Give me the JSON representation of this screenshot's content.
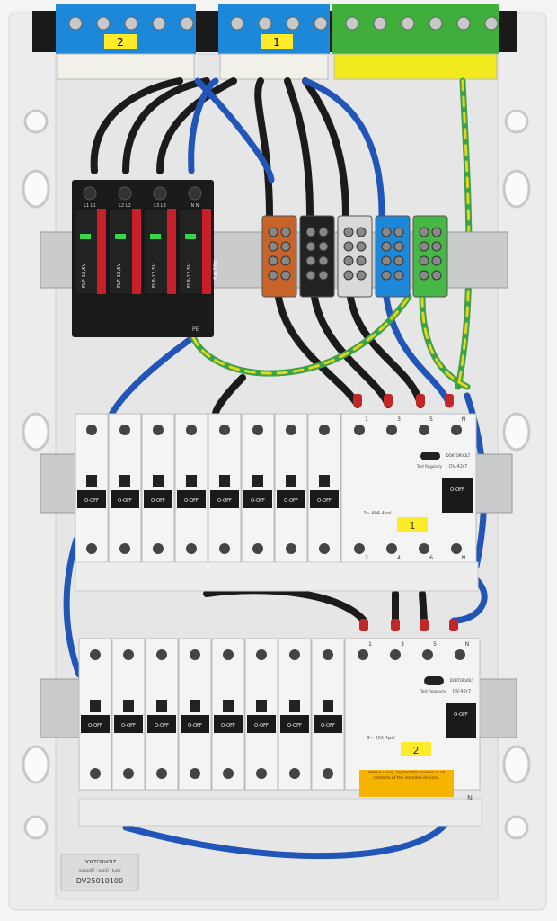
{
  "panel": {
    "top_terminals": [
      {
        "label": "2",
        "color": "#1e88d8"
      },
      {
        "label": "1",
        "color": "#1e88d8"
      },
      {
        "label": "",
        "color": "#3fae3a"
      }
    ],
    "spd": {
      "brand": "SALTEK",
      "model": "FLP-12,5V",
      "poles": [
        "L1 L1",
        "L2 L2",
        "L3 L3",
        "N N"
      ],
      "pe_label": "PE",
      "indicator_color": "#37d64a"
    },
    "distribution_blocks": [
      "#c8642a",
      "#222222",
      "#d9d9d9",
      "#1e88d8",
      "#45b845"
    ],
    "row1": {
      "mcb_count": 8,
      "mcb_switch_label": "O-OFF",
      "rcd": {
        "brand": "DOKTORVOLT",
        "model": "DV-42r7",
        "test_label": "Test Regularly",
        "switch_label": "O-OFF",
        "rating": "3~ 40A 4pol",
        "group_label": "1",
        "terminals_top": [
          "1",
          "3",
          "5",
          "N"
        ],
        "terminals_bottom": [
          "2",
          "4",
          "6",
          "N"
        ]
      }
    },
    "row2": {
      "mcb_count": 8,
      "mcb_switch_label": "O-OFF",
      "rcd": {
        "brand": "DOKTORVOLT",
        "model": "DV-42r7",
        "test_label": "Test Regularly",
        "switch_label": "O-OFF",
        "rating": "3~ 40A 4pol",
        "group_label": "2",
        "terminals_top": [
          "1",
          "3",
          "5",
          "N"
        ],
        "warning_text": "Before using, tighten the screws of all contacts of the installed devices.",
        "warning_color": "#f5b400",
        "terminal_n": "N"
      }
    },
    "nameplate": {
      "brand": "DOKTORVOLT",
      "subtitle": "rozvaděč · pozičí · tuzoi",
      "code": "DV25010100"
    }
  }
}
